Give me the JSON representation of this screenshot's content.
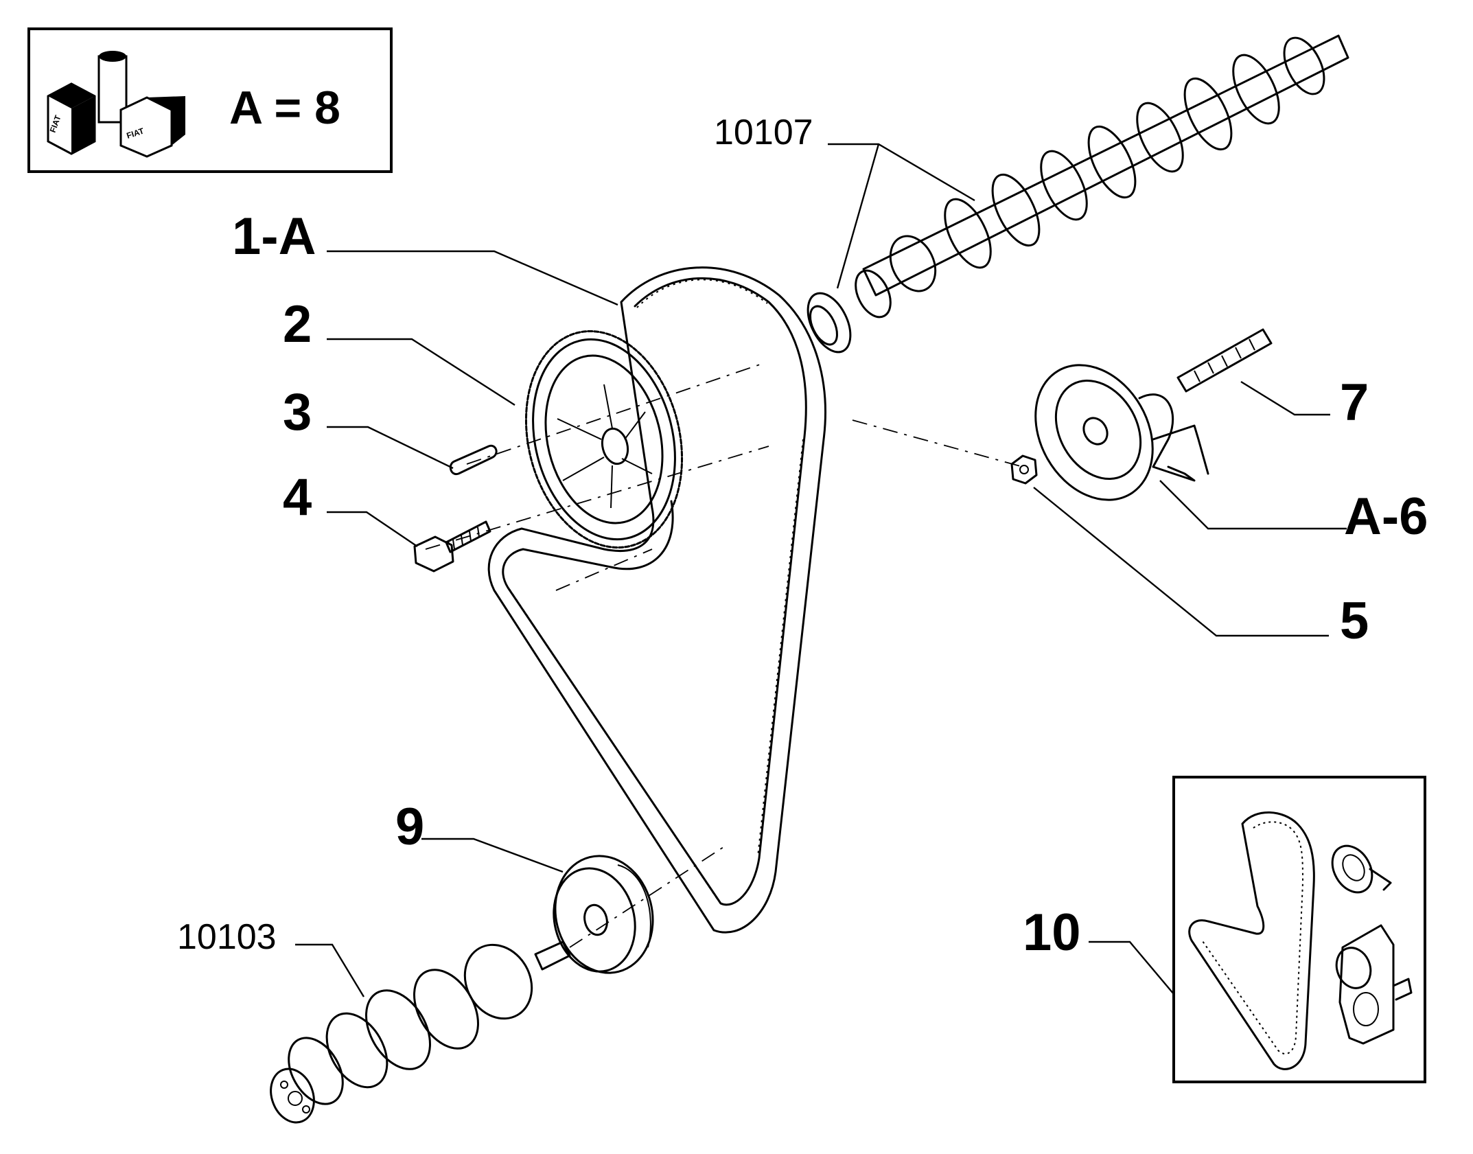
{
  "legend": {
    "formula": "A = 8",
    "logo_text": "FIAT"
  },
  "labels": {
    "camshaft_ref": "10107",
    "belt": "1-A",
    "camshaft_pulley": "2",
    "pin": "3",
    "bolt": "4",
    "tensioner_nut": "5",
    "tensioner": "A-6",
    "stud": "7",
    "crank_pulley": "9",
    "crankshaft_ref": "10103",
    "kit": "10"
  }
}
